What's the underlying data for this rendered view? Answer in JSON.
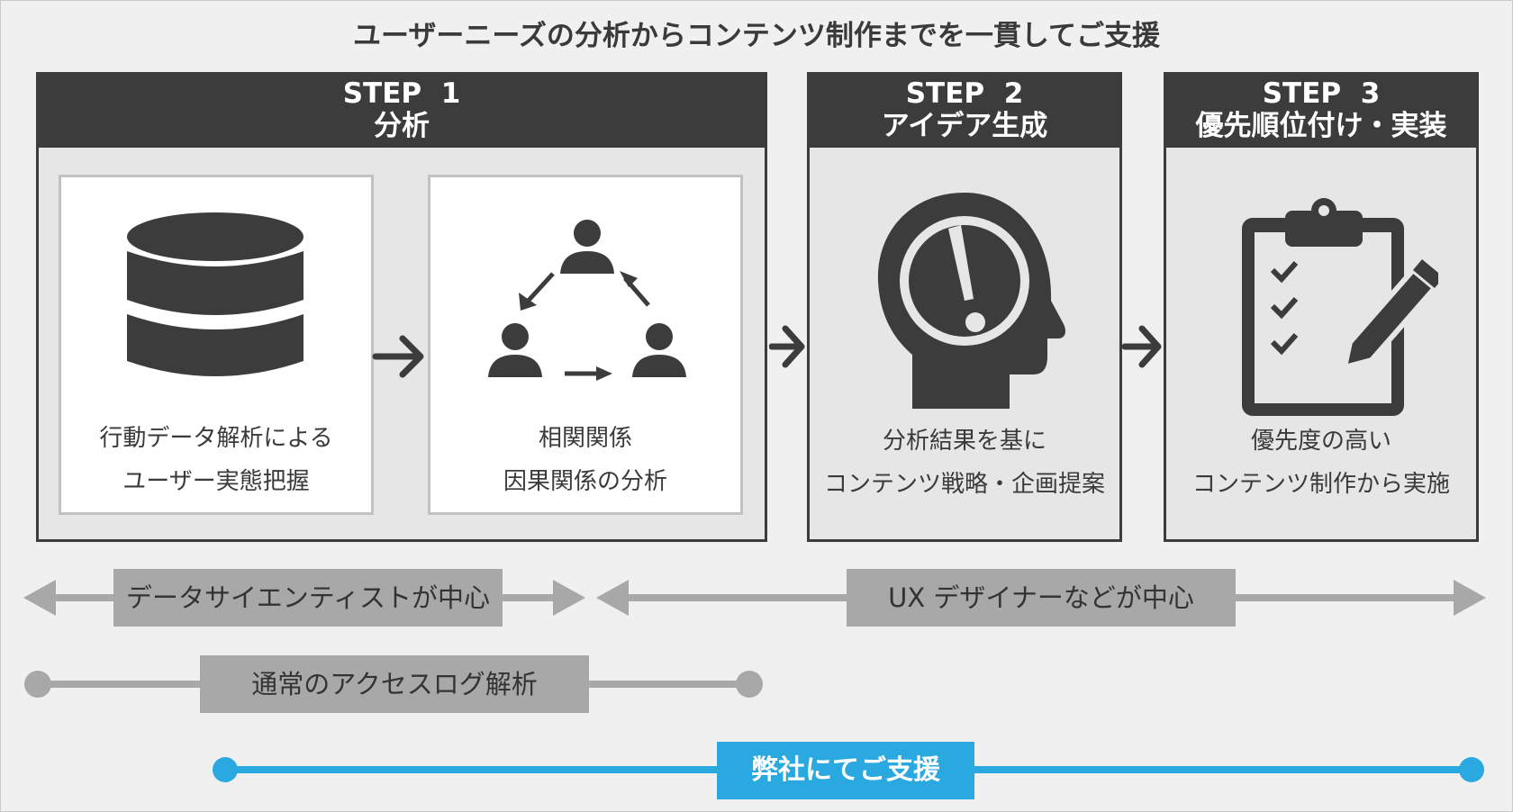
{
  "title": "ユーザーニーズの分析からコンテンツ制作までを一貫してご支援",
  "steps": [
    {
      "label": "STEP  1",
      "name": "分析",
      "cards": [
        {
          "icon": "database-icon",
          "lines": [
            "行動データ解析による",
            "ユーザー実態把握"
          ]
        },
        {
          "icon": "people-cycle-icon",
          "lines": [
            "相関関係",
            "因果関係の分析"
          ]
        }
      ]
    },
    {
      "label": "STEP  2",
      "name": "アイデア生成",
      "icon": "head-idea-icon",
      "lines": [
        "分析結果を基に",
        "コンテンツ戦略・企画提案"
      ]
    },
    {
      "label": "STEP  3",
      "name": "優先順位付け・実装",
      "icon": "clipboard-checklist-icon",
      "lines": [
        "優先度の高い",
        "コンテンツ制作から実施"
      ]
    }
  ],
  "roles": {
    "data_scientist": "データサイエンティストが中心",
    "ux_designer": "UX デザイナーなどが中心"
  },
  "access_log": "通常のアクセスログ解析",
  "our_support": "弊社にてご支援",
  "colors": {
    "dark": "#3c3c3c",
    "panel": "#e6e6e6",
    "gray_bar": "#a8a8a8",
    "accent": "#2aa8e0"
  }
}
